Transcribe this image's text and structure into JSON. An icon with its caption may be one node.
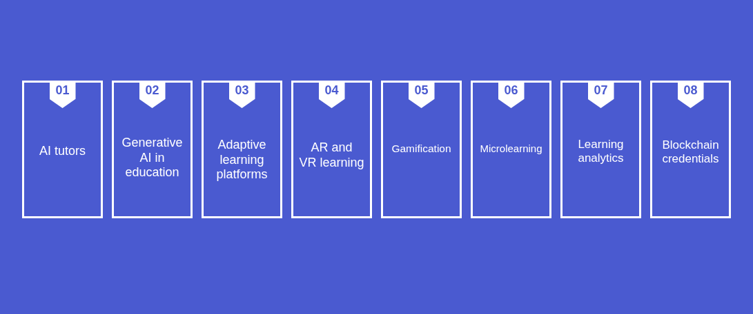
{
  "diagram": {
    "nodes": [
      {
        "text": [
          "01",
          "AI tutors"
        ]
      },
      {
        "text": [
          "02",
          "Generative AI in education"
        ]
      },
      {
        "text": [
          "03",
          "Adaptive learning platforms"
        ]
      },
      {
        "text": [
          "04",
          "AR and VR learning"
        ]
      },
      {
        "text": [
          "05",
          "Gamification"
        ]
      },
      {
        "text": [
          "06",
          "Microlearning"
        ]
      },
      {
        "text": [
          "07",
          "Learning analytics"
        ]
      },
      {
        "text": [
          "08",
          "Blockchain credentials"
        ]
      }
    ]
  }
}
